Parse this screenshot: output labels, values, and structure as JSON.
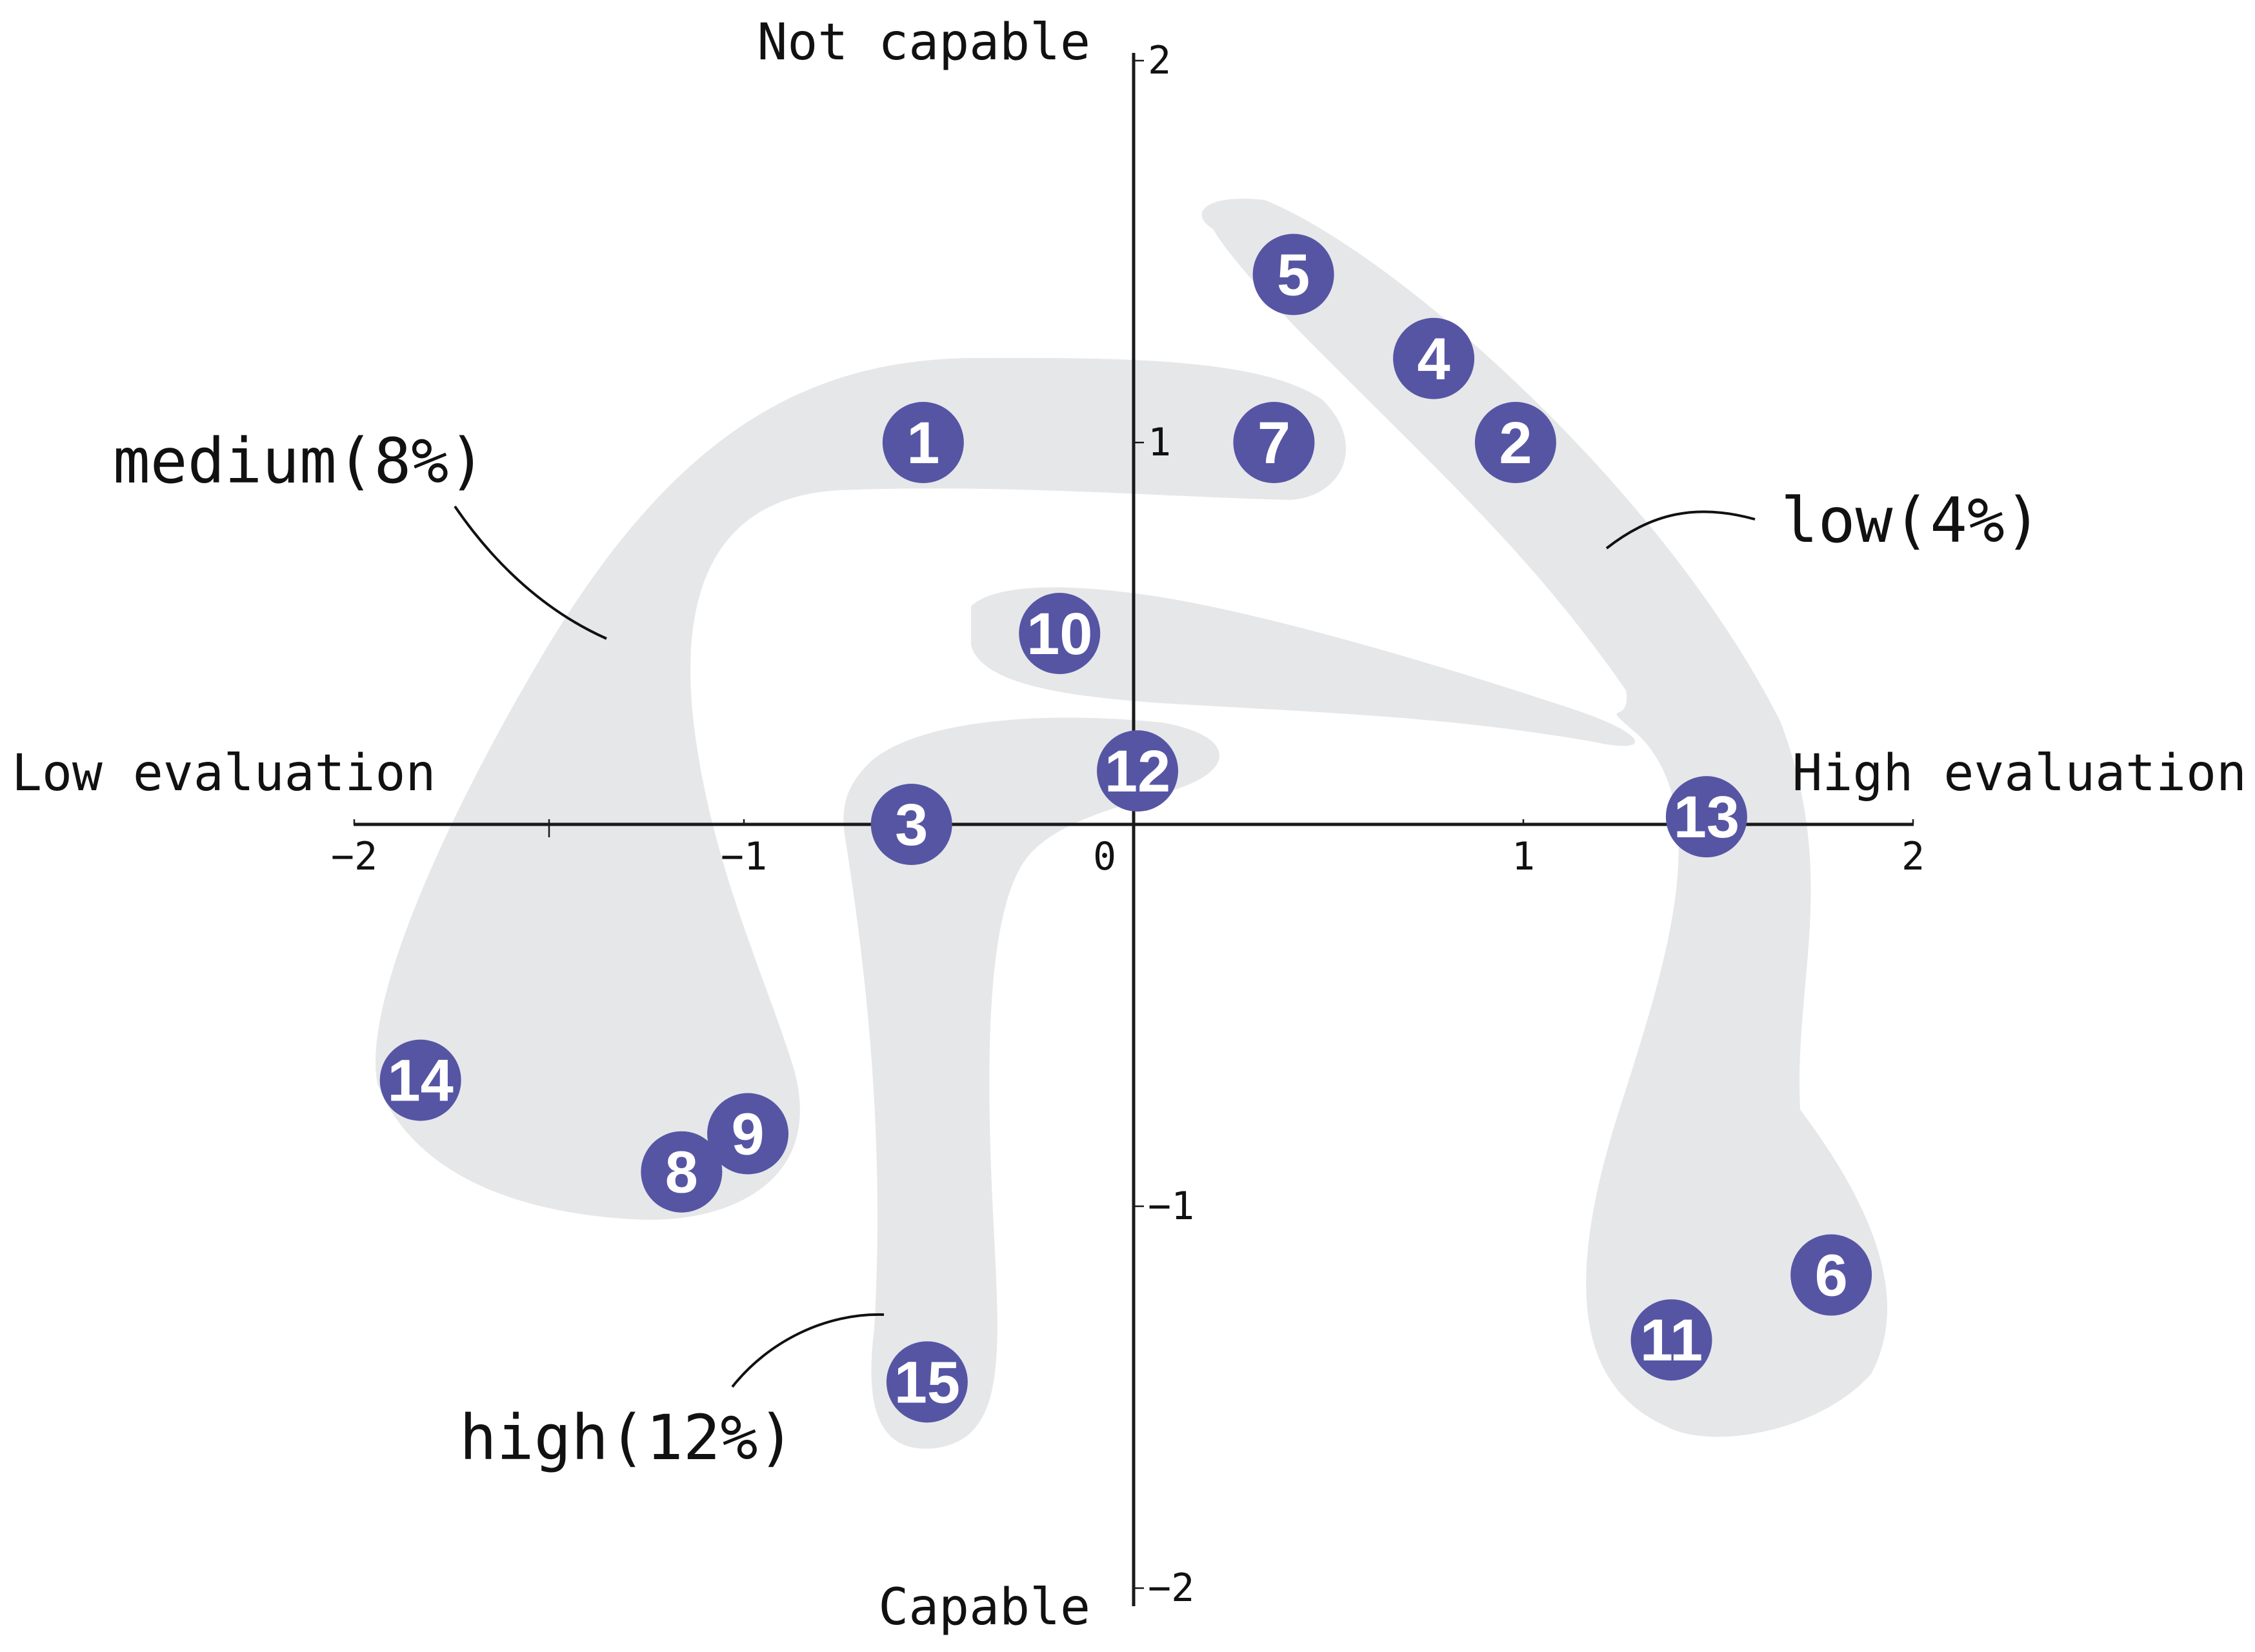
{
  "chart_data": {
    "type": "scatter",
    "title": "",
    "x_axis": {
      "range": [
        -2,
        2
      ],
      "ticks": [
        -2,
        -1,
        0,
        1,
        2
      ],
      "tick_labels": [
        "−2",
        "−1",
        "0",
        "1",
        "2"
      ],
      "left_label": "Low evaluation",
      "right_label": "High evaluation"
    },
    "y_axis": {
      "range": [
        -2,
        2
      ],
      "ticks": [
        2,
        1,
        -1,
        -2
      ],
      "tick_labels": [
        "2",
        "1",
        "−1",
        "−2"
      ],
      "top_label": "Not capable",
      "bottom_label": "Capable"
    },
    "grid": false,
    "points": [
      {
        "label": "1",
        "x": -0.54,
        "y": 1.0
      },
      {
        "label": "2",
        "x": 0.98,
        "y": 1.0
      },
      {
        "label": "3",
        "x": -0.57,
        "y": 0.0
      },
      {
        "label": "4",
        "x": 0.77,
        "y": 1.22
      },
      {
        "label": "5",
        "x": 0.41,
        "y": 1.44
      },
      {
        "label": "6",
        "x": 1.79,
        "y": -1.18
      },
      {
        "label": "7",
        "x": 0.36,
        "y": 1.0
      },
      {
        "label": "8",
        "x": -1.16,
        "y": -0.91
      },
      {
        "label": "9",
        "x": -0.99,
        "y": -0.81
      },
      {
        "label": "10",
        "x": -0.19,
        "y": 0.5
      },
      {
        "label": "11",
        "x": 1.38,
        "y": -1.35
      },
      {
        "label": "12",
        "x": 0.01,
        "y": 0.14
      },
      {
        "label": "13",
        "x": 1.47,
        "y": 0.02
      },
      {
        "label": "14",
        "x": -1.83,
        "y": -0.67
      },
      {
        "label": "15",
        "x": -0.53,
        "y": -1.46
      }
    ],
    "groups": [
      {
        "name": "medium(8%)",
        "members": [
          "1",
          "7",
          "8",
          "9",
          "14"
        ]
      },
      {
        "name": "low(4%)",
        "members": [
          "2",
          "4",
          "5",
          "6",
          "11",
          "13"
        ]
      },
      {
        "name": "high(12%)",
        "members": [
          "3",
          "10",
          "12",
          "15"
        ]
      }
    ],
    "colors": {
      "point": "#5655a4",
      "region": "#e6e7e9",
      "axis": "#1a1a1a"
    }
  }
}
